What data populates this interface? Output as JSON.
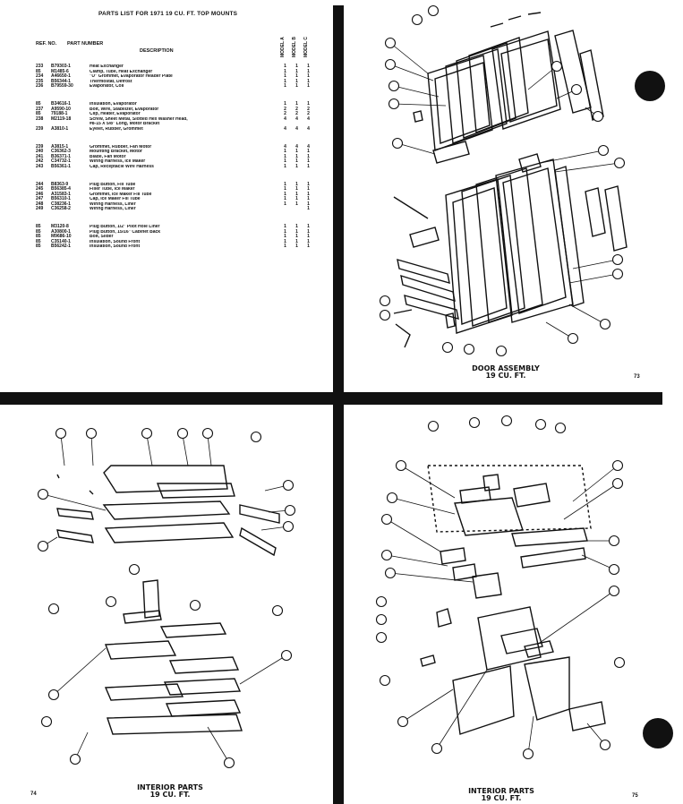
{
  "parts_list": {
    "title": "PARTS LIST FOR 1971 19 CU. FT. TOP MOUNTS",
    "headers": {
      "ref": "REF. NO.",
      "part": "PART NUMBER",
      "desc": "DESCRIPTION"
    },
    "model_columns": [
      "MODEL A",
      "MODEL B",
      "MODEL C"
    ],
    "groups": [
      [
        [
          "233",
          "B79303-1",
          "Heat Exchanger",
          "1",
          "1",
          "1"
        ],
        [
          "85",
          "M1485-6",
          "Clamp, Tube, Heat Exchanger",
          "1",
          "1",
          "1"
        ],
        [
          "234",
          "A46650-1",
          "\"U\" Grommet, Evaporator Header Plate",
          "1",
          "1",
          "1"
        ],
        [
          "235",
          "B56344-1",
          "Thermostat, Defrost",
          "1",
          "1",
          "1"
        ],
        [
          "236",
          "B79559-30",
          "Evaporator, Coil",
          "1",
          "1",
          "1"
        ]
      ],
      [
        [
          "85",
          "B34616-1",
          "Insulation, Evaporator",
          "1",
          "1",
          "1"
        ],
        [
          "237",
          "A9590-10",
          "Bolt, Wire, Stabilizer, Evaporator",
          "2",
          "2",
          "2"
        ],
        [
          "85",
          "79188-1",
          "Clip, Heater, Evaporator",
          "2",
          "2",
          "2"
        ],
        [
          "238",
          "M2119-18",
          "Screw, Sheet Metal, Slotted Hex Washer Head,",
          "4",
          "4",
          "4"
        ],
        [
          "",
          "",
          "#8-15 X 5/8\" Long, Motor Bracket",
          "",
          "",
          ""
        ],
        [
          "239",
          "A3810-1",
          "Eyelet, Rubber, Grommet",
          "4",
          "4",
          "4"
        ]
      ],
      [
        [
          "239",
          "A3815-1",
          "Grommet, Rubber, Fan Motor",
          "4",
          "4",
          "4"
        ],
        [
          "240",
          "C36362-3",
          "Mounting Bracket, Motor",
          "1",
          "1",
          "1"
        ],
        [
          "241",
          "B36371-1",
          "Blade, Fan Motor",
          "1",
          "1",
          "1"
        ],
        [
          "242",
          "C34732-1",
          "Wiring Harness, Ice Maker",
          "1",
          "1",
          "1"
        ],
        [
          "243",
          "B56361-1",
          "Cap, Receptacle Wire Harness",
          "1",
          "1",
          "1"
        ]
      ],
      [
        [
          "244",
          "B8363-9",
          "Plug Button, Fill Tube",
          "1",
          "1",
          "1"
        ],
        [
          "245",
          "B56385-4",
          "Filler Tube, Ice Maker",
          "1",
          "1",
          "1"
        ],
        [
          "246",
          "A31583-1",
          "Grommet, Ice Maker Fill Tube",
          "1",
          "1",
          "1"
        ],
        [
          "247",
          "B56310-1",
          "Cap, Ice Maker Fill Tube",
          "1",
          "1",
          "1"
        ],
        [
          "248",
          "C38236-1",
          "Wiring Harness, Liner",
          "1",
          "1",
          "1"
        ],
        [
          "249",
          "C36258-2",
          "Wiring Harness, Liner",
          "",
          "",
          "1"
        ]
      ],
      [
        [
          "85",
          "M3120-8",
          "Plug Button, 1/2\" Pilot Hole Liner",
          "1",
          "1",
          "1"
        ],
        [
          "85",
          "A30800-1",
          "Plug Button, 15/16\" Cabinet Back",
          "1",
          "1",
          "1"
        ],
        [
          "85",
          "M9686-10",
          "Bolt, Slider",
          "1",
          "1",
          "1"
        ],
        [
          "85",
          "C35140-1",
          "Insulation, Sound Front",
          "1",
          "1",
          "1"
        ],
        [
          "85",
          "B56242-1",
          "Insulation, Sound Front",
          "1",
          "1",
          "1"
        ]
      ]
    ]
  },
  "panels": {
    "door": {
      "caption_line1": "DOOR ASSEMBLY",
      "caption_line2": "19 CU. FT.",
      "page_number": "73"
    },
    "interior_left": {
      "caption_line1": "INTERIOR PARTS",
      "caption_line2": "19 CU. FT.",
      "page_number": "74"
    },
    "interior_right": {
      "caption_line1": "INTERIOR PARTS",
      "caption_line2": "19 CU. FT.",
      "page_number": "75"
    }
  }
}
